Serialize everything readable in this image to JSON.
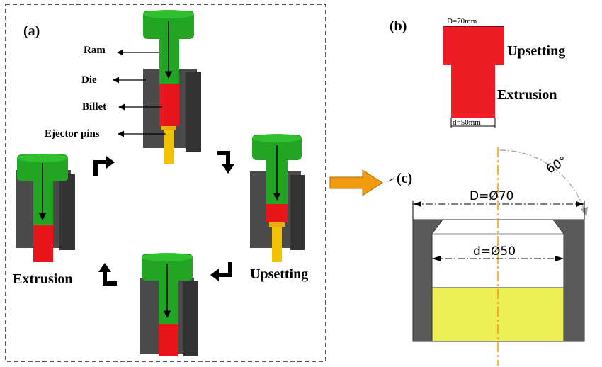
{
  "panel_a": {
    "label": "(a)",
    "callouts": {
      "ram": "Ram",
      "die": "Die",
      "billet": "Billet",
      "ejector_pins": "Ejector pins"
    },
    "stage_labels": {
      "extrusion": "Extrusion",
      "upsetting": "Upsetting"
    }
  },
  "panel_b": {
    "label": "(b)",
    "top_dimension": "D=70mm",
    "bottom_dimension": "d=50mm",
    "upsetting": "Upsetting",
    "extrusion": "Extrusion"
  },
  "panel_c": {
    "label": "(c)",
    "angle": "60°",
    "outer_diameter": "D=Ø70",
    "inner_diameter": "d=Ø50"
  },
  "colors": {
    "ram_green": "#22a522",
    "die_gray": "#4a4a4a",
    "billet_red": "#e8151b",
    "pin_yellow": "#f2c200",
    "arrow_orange": "#f29a10",
    "billet_yellow": "#eeee55"
  }
}
